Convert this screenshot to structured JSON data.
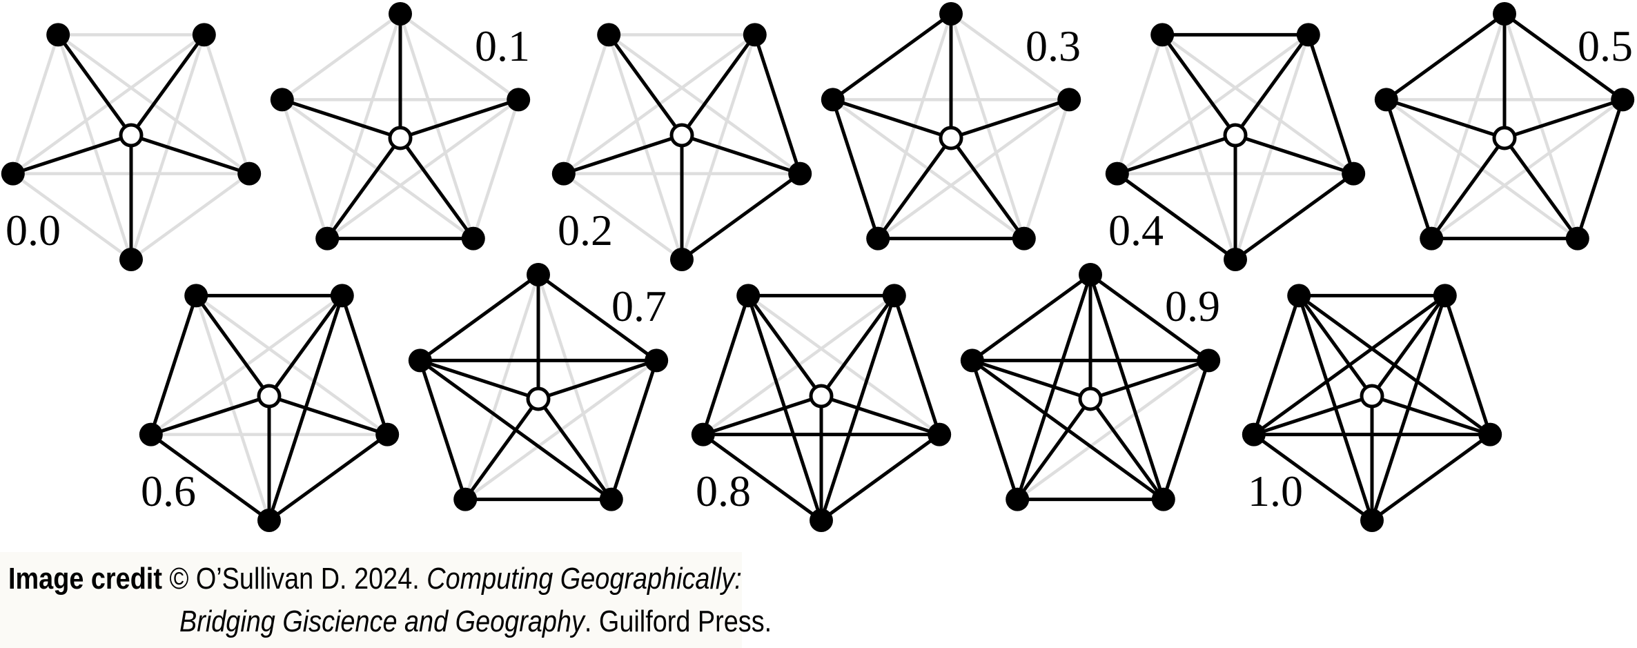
{
  "diagram": {
    "description_free": true,
    "colors": {
      "active_edge": "#000000",
      "inactive_edge": "#dedede",
      "node_fill": "#000000",
      "hub_fill": "#ffffff",
      "hub_stroke": "#000000"
    },
    "node_count_outer": 5,
    "panels": [
      {
        "label": "0.0",
        "active_edges": []
      },
      {
        "label": "0.1",
        "active_edges": [
          [
            2,
            3
          ]
        ]
      },
      {
        "label": "0.2",
        "active_edges": [
          [
            0,
            4
          ],
          [
            4,
            3
          ]
        ]
      },
      {
        "label": "0.3",
        "active_edges": [
          [
            0,
            4
          ],
          [
            4,
            3
          ],
          [
            3,
            2
          ]
        ]
      },
      {
        "label": "0.4",
        "active_edges": [
          [
            0,
            4
          ],
          [
            4,
            3
          ],
          [
            3,
            2
          ],
          [
            0,
            1
          ]
        ]
      },
      {
        "label": "0.5",
        "active_edges": [
          [
            0,
            4
          ],
          [
            4,
            3
          ],
          [
            3,
            2
          ],
          [
            2,
            1
          ],
          [
            1,
            0
          ]
        ]
      },
      {
        "label": "0.6",
        "active_edges": [
          [
            0,
            4
          ],
          [
            4,
            3
          ],
          [
            3,
            2
          ],
          [
            2,
            1
          ],
          [
            1,
            0
          ],
          [
            0,
            3
          ]
        ]
      },
      {
        "label": "0.7",
        "active_edges": [
          [
            0,
            4
          ],
          [
            4,
            3
          ],
          [
            3,
            2
          ],
          [
            2,
            1
          ],
          [
            1,
            0
          ],
          [
            4,
            1
          ],
          [
            4,
            2
          ]
        ]
      },
      {
        "label": "0.8",
        "active_edges": [
          [
            0,
            4
          ],
          [
            4,
            3
          ],
          [
            3,
            2
          ],
          [
            2,
            1
          ],
          [
            1,
            0
          ],
          [
            0,
            2
          ],
          [
            0,
            3
          ],
          [
            4,
            1
          ]
        ]
      },
      {
        "label": "0.9",
        "active_edges": [
          [
            0,
            4
          ],
          [
            4,
            3
          ],
          [
            3,
            2
          ],
          [
            2,
            1
          ],
          [
            1,
            0
          ],
          [
            0,
            2
          ],
          [
            0,
            3
          ],
          [
            4,
            1
          ],
          [
            4,
            2
          ]
        ]
      },
      {
        "label": "1.0",
        "active_edges": [
          [
            0,
            4
          ],
          [
            4,
            3
          ],
          [
            3,
            2
          ],
          [
            2,
            1
          ],
          [
            1,
            0
          ],
          [
            0,
            2
          ],
          [
            0,
            3
          ],
          [
            4,
            1
          ],
          [
            4,
            2
          ],
          [
            1,
            3
          ]
        ]
      }
    ]
  },
  "credit": {
    "heading": "Image credit",
    "author": "© O’Sullivan D. 2024.",
    "title_part1": "Computing Geographically:",
    "title_part2": "Bridging Giscience and Geography",
    "publisher": ". Guilford Press."
  }
}
